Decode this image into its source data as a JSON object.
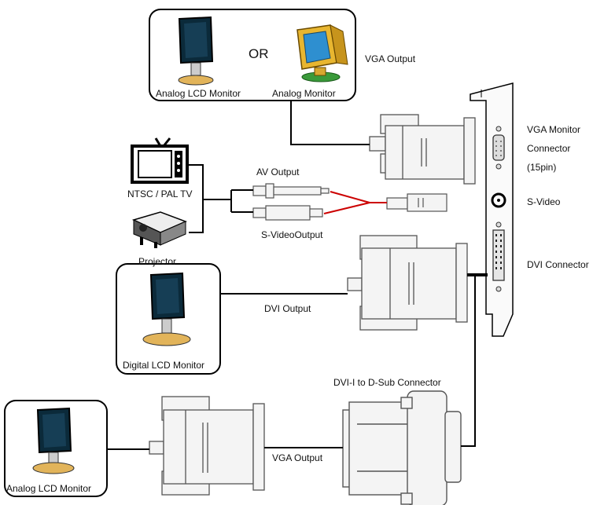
{
  "labels": {
    "or": "OR",
    "analog_lcd_monitor_top": "Analog LCD Monitor",
    "analog_monitor": "Analog Monitor",
    "vga_output_top": "VGA Output",
    "vga_monitor_connector_line1": "VGA Monitor",
    "vga_monitor_connector_line2": "Connector",
    "vga_monitor_connector_line3": "(15pin)",
    "s_video": "S-Video",
    "dvi_connector": "DVI Connector",
    "ntsc_pal_tv": "NTSC / PAL TV",
    "projector": "Projector",
    "av_output": "AV Output",
    "s_video_output": "S-VideoOutput",
    "dvi_output": "DVI Output",
    "digital_lcd_monitor": "Digital LCD Monitor",
    "dvi_i_to_dsub": "DVI-I to D-Sub Connector",
    "vga_output_bottom": "VGA Output",
    "analog_lcd_monitor_bottom": "Analog LCD Monitor"
  },
  "colors": {
    "line": "#000000",
    "av_cable": "#cc0000",
    "monitor_screen": "#0b2a3a",
    "crt_body": "#e8b630",
    "crt_screen": "#2e8fd0",
    "stand": "#e2b45a",
    "connector_fill": "#f4f4f4",
    "connector_stroke": "#555555"
  }
}
